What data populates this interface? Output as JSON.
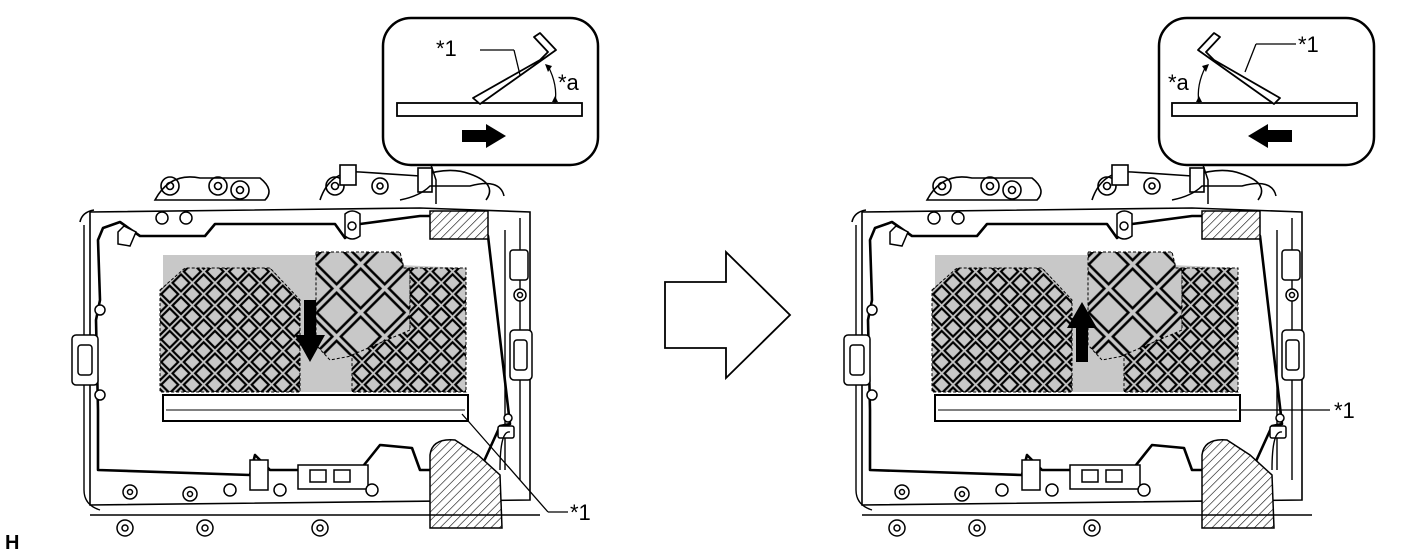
{
  "labels": {
    "part_1": "*1",
    "angle_a": "*a",
    "corner_code": "H"
  },
  "colors": {
    "line": "#000000",
    "shade": "#c8c8c8",
    "background": "#ffffff"
  },
  "panels": [
    {
      "id": "before",
      "move_direction": "down",
      "slide_direction": "right"
    },
    {
      "id": "after",
      "move_direction": "up",
      "slide_direction": "left"
    }
  ],
  "transition_icon": "right-arrow-icon"
}
